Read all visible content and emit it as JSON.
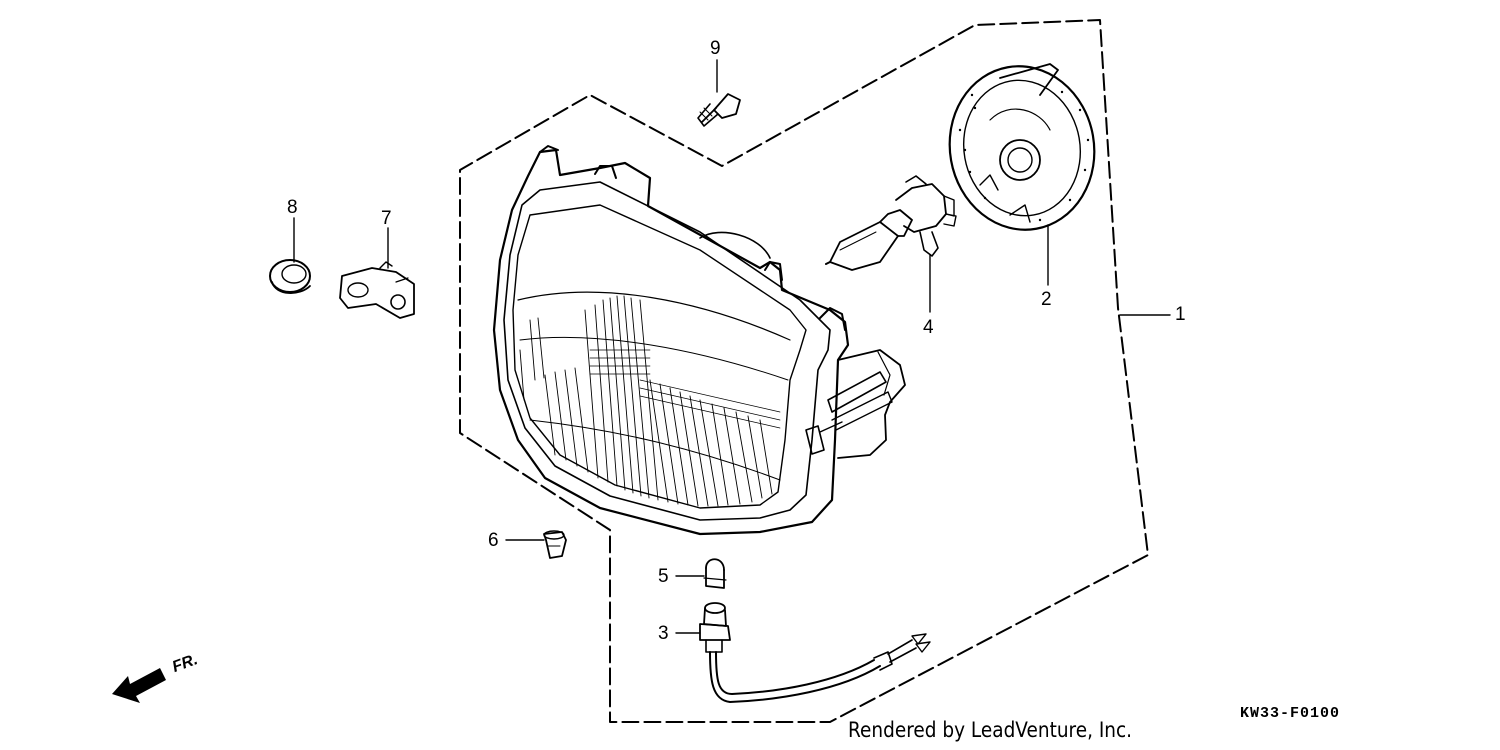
{
  "callouts": {
    "c1": "1",
    "c2": "2",
    "c3": "3",
    "c4": "4",
    "c5": "5",
    "c6": "6",
    "c7": "7",
    "c8": "8",
    "c9": "9"
  },
  "direction_label": "FR.",
  "diagram_code": "KW33-F0100",
  "credit": "Rendered by LeadVenture, Inc.",
  "icons": {
    "front_arrow": "arrow-left-down-icon"
  }
}
